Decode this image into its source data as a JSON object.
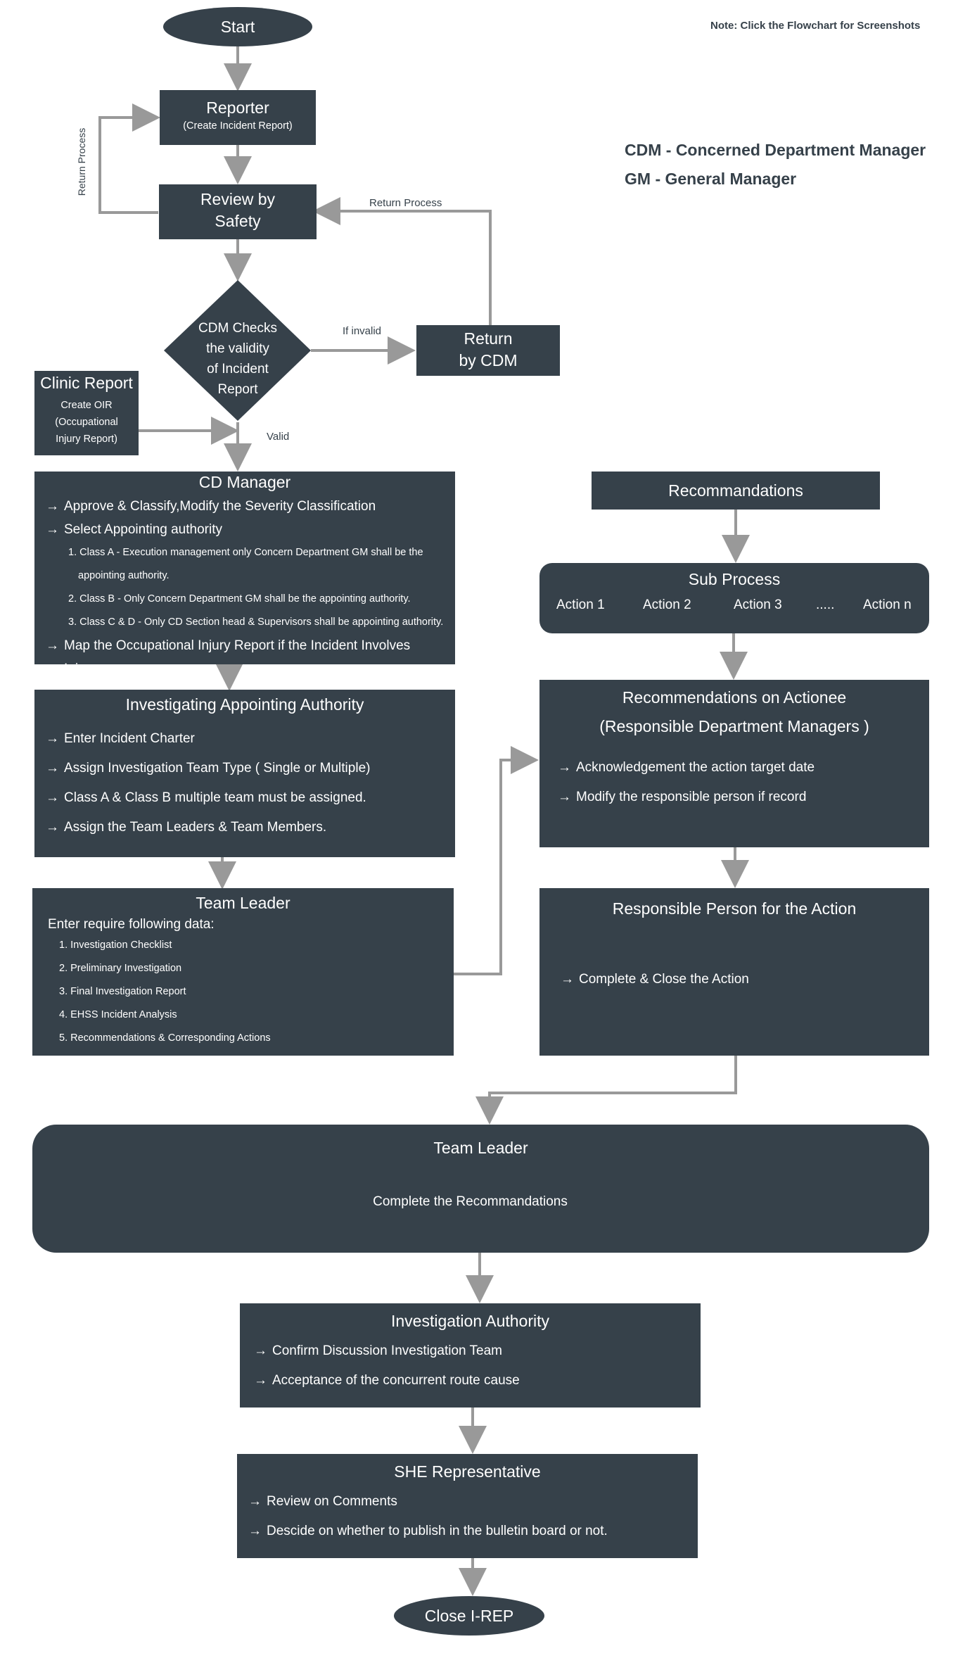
{
  "note": "Note: Click the Flowchart for Screenshots",
  "legend": [
    "CDM - Concerned Department Manager",
    "GM - General Manager"
  ],
  "start": "Start",
  "reporter": {
    "title": "Reporter",
    "sub": "(Create Incident Report)"
  },
  "review": {
    "line1": "Review by",
    "line2": "Safety"
  },
  "decision": {
    "lines": [
      "CDM Checks",
      "the validity",
      "of Incident",
      "Report"
    ]
  },
  "return_cdm": {
    "line1": "Return",
    "line2": "by CDM"
  },
  "labels": {
    "return_process_left": "Return Process",
    "return_process_top": "Return Process",
    "if_invalid": "If invalid",
    "valid": "Valid"
  },
  "clinic": {
    "title": "Clinic Report",
    "lines": [
      "Create OIR",
      "(Occupational",
      "Injury Report)"
    ]
  },
  "cd_manager": {
    "title": "CD Manager",
    "items": [
      "Approve & Classify,Modify the Severity Classification",
      "Select Appointing authority"
    ],
    "sub_items": [
      "1. Class A - Execution management only Concern Department GM shall be the",
      "appointing authority.",
      "2. Class B - Only Concern Department GM shall be the appointing authority.",
      "3. Class C & D - Only CD Section head & Supervisors shall be appointing authority."
    ],
    "last_item": "Map the Occupational Injury Report if the Incident Involves Injury"
  },
  "iaa": {
    "title": "Investigating Appointing Authority",
    "items": [
      "Enter Incident Charter",
      "Assign Investigation Team Type ( Single or Multiple)",
      "Class A & Class B multiple team must be assigned.",
      "Assign the Team Leaders & Team Members."
    ]
  },
  "team_leader_1": {
    "title": "Team Leader",
    "intro": "Enter require following data:",
    "items": [
      "1.  Investigation Checklist",
      "2.  Preliminary Investigation",
      "3.  Final Investigation Report",
      "4.  EHSS Incident Analysis",
      "5.  Recommendations & Corresponding Actions"
    ]
  },
  "recommandations": "Recommandations",
  "sub_process": {
    "title": "Sub Process",
    "actions": [
      "Action 1",
      "Action 2",
      "Action 3",
      ".....",
      "Action n"
    ]
  },
  "rec_actionee": {
    "title1": "Recommendations on Actionee",
    "title2": "(Responsible Department Managers )",
    "items": [
      "Acknowledgement the action target date",
      "Modify the responsible person if record"
    ]
  },
  "resp_person": {
    "title": "Responsible Person for the Action",
    "items": [
      "Complete & Close the Action"
    ]
  },
  "team_leader_2": {
    "title": "Team Leader",
    "text": "Complete the Recommandations"
  },
  "inv_authority": {
    "title": "Investigation Authority",
    "items": [
      "Confirm Discussion Investigation Team",
      "Acceptance of the concurrent route cause"
    ]
  },
  "she": {
    "title": "SHE Representative",
    "items": [
      "Review on Comments",
      "Descide on whether to publish in the bulletin board or not."
    ]
  },
  "close": "Close I-REP",
  "colors": {
    "box": "#36414a",
    "arrow": "#999999",
    "text_dark": "#36414a"
  }
}
